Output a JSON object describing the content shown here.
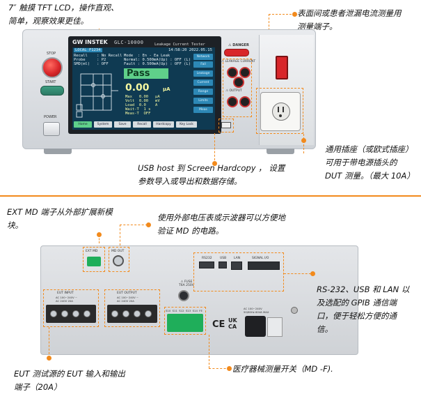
{
  "captions": {
    "lcd": "7″ 触摸 TFT LCD，操作直观、\n简单，观察效果更佳。",
    "leakage_terminal": "表面间或患者泄漏电流测量用\n测量端子。",
    "usb_host": "USB host  到 Screen Hardcopy ， 设置\n参数导入或导出和数据存储。",
    "socket": "通用插座（或欧式插座）\n可用于带电源插头的\nDUT 测量。（最大 10A）",
    "ext_md": "EXT MD  端子从外部扩展新模\n块。",
    "external_meter": "使用外部电压表或示波器可以方便地\n验证 MD  的电路。",
    "interfaces": "RS-232、USB 和 LAN 以\n及选配的 GPIB 通信端\n口，便于轻松方便的通\n信。",
    "eut_terminals": "EUT 测试源的 EUT 输入和输出\n端子（20A）",
    "md_switch": "医疗器械测量开关（MD -F)."
  },
  "front_panel": {
    "brand": "GW INSTEK",
    "model": "GLC-10000",
    "subtitle": "Leakage Current Tester",
    "datetime": "14:58:20 2022.05.15",
    "stop_label": "STOP",
    "start_label": "START",
    "power_label": "POWER",
    "danger_label": "⚠ DANGER",
    "leakage_label": "⚠ LEAKAGE CURRENT",
    "output_label": "⚠ OUTPUT",
    "lcd": {
      "tab_local": "LOCAL",
      "tab_file": "F1234",
      "params_left": "Recall    : No Recall\nProbe     : P2\nSMD(ml)   : OFF",
      "params_right": "Mode  : En - Ea Leak\nNormal: 0.500mA(Up) : OFF (L)\nFault : 0.500mA(Up) : OFF (L)",
      "status": "Pass",
      "value": "0.00",
      "value_unit": "μA",
      "readings": "Max   0.00   μA\nVolt  0.00   mV\nLoad  0.0    A\nWait-T  1 s\nMeas-T  OFF",
      "side_buttons": [
        "Network",
        "Fail",
        "Leakage",
        "Current",
        "Range",
        "Limits",
        "Meas"
      ],
      "soft_buttons": [
        "Home",
        "System",
        "Save",
        "Recall",
        "Hardcopy",
        "Key Lock"
      ]
    }
  },
  "rear_panel": {
    "ext_md_label": "EXT MD",
    "mdout_label": "MD OUT",
    "eut_input_label": "EUT INPUT",
    "eut_input_spec": "AC 100~240V ~\nAC 240V 20A",
    "eut_output_label": "EUT OUTPUT",
    "eut_output_spec": "AC 100~240V ~\nAC 240V 20A",
    "rs232_label": "RS232",
    "usb_label": "USB",
    "lan_label": "LAN",
    "gpib_label": "SIGNAL I/O",
    "fuse_label": "⚠ FUSE\nT6A 250V",
    "md_switch_labels": "S10  S11  S12  S13  S14  FE",
    "mains_spec": "AC 100~240V\n50/60Hz 60VA MAX",
    "marks": [
      "CE",
      "UK CA"
    ]
  },
  "colors": {
    "accent": "#f28a1c",
    "lcd_bg": "#0f3a52",
    "pass_green": "#5fd08a",
    "stop_red": "#d8262a",
    "start_green": "#2c7a64",
    "terminal_green": "#1fae5a"
  }
}
